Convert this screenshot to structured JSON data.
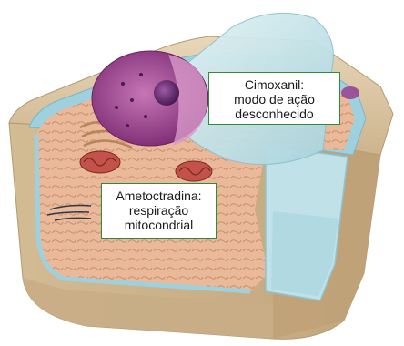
{
  "labels": {
    "cimoxanil": {
      "line1": "Cimoxanil:",
      "line2": "modo de ação",
      "line3": "desconhecido"
    },
    "ametoctradina": {
      "line1": "Ametoctradina:",
      "line2": "respiração",
      "line3": "mitocondrial"
    }
  },
  "colors": {
    "callout_border": "#2e8b3e",
    "cell_wall": "#d9c3a0",
    "cytoplasm": "#e8b797",
    "vacuole": "#b9dfe6",
    "nucleus": "#9a3d8f",
    "mitochondria": "#b8453a"
  }
}
